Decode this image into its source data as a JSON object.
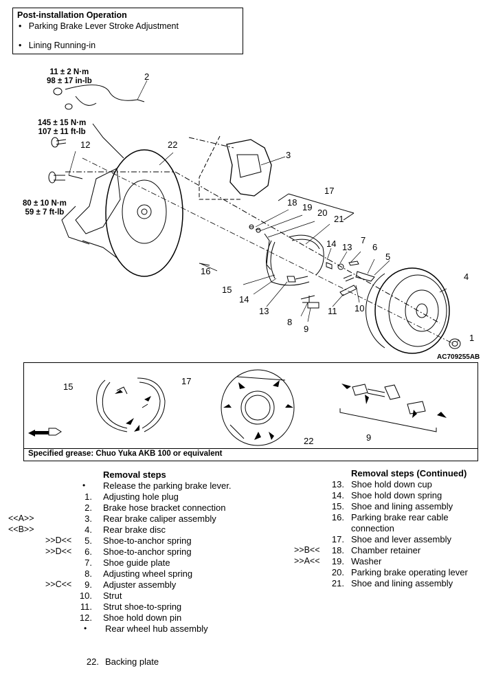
{
  "post_install": {
    "title": "Post-installation Operation",
    "items": [
      "Parking Brake Lever Stroke Adjustment",
      "Lining Running-in"
    ]
  },
  "torques": {
    "t1": [
      "11 ± 2 N·m",
      "98 ± 17 in-lb"
    ],
    "t2": [
      "145 ± 15 N·m",
      "107 ± 11 ft-lb"
    ],
    "t3": [
      "80 ± 10 N·m",
      "59 ± 7 ft-lb"
    ]
  },
  "callouts": {
    "c1": "1",
    "c2": "2",
    "c3": "3",
    "c4": "4",
    "c5": "5",
    "c6": "6",
    "c7": "7",
    "c8": "8",
    "c9": "9",
    "c10": "10",
    "c11": "11",
    "c12": "12",
    "c13": "13",
    "c13b": "13",
    "c14": "14",
    "c14b": "14",
    "c15": "15",
    "c16": "16",
    "c17": "17",
    "c18": "18",
    "c19": "19",
    "c20": "20",
    "c21": "21",
    "c22": "22",
    "d15": "15",
    "d17": "17",
    "d22": "22",
    "d9": "9"
  },
  "figure_code": "AC709255AB",
  "grease_label": "Specified grease: Chuo Yuka AKB 100 or equivalent",
  "removal_left": {
    "heading": "Removal steps",
    "steps": [
      {
        "num": "•",
        "text": "Release the parking brake lever.",
        "mark": ""
      },
      {
        "num": "1.",
        "text": "Adjusting hole plug",
        "mark": ""
      },
      {
        "num": "2.",
        "text": "Brake hose bracket connection",
        "mark": ""
      },
      {
        "num": "3.",
        "text": "Rear brake caliper assembly",
        "mark": "<<A>>"
      },
      {
        "num": "4.",
        "text": "Rear brake disc",
        "mark": "<<B>>"
      },
      {
        "num": "5.",
        "text": "Shoe-to-anchor spring",
        "mark": ">>D<<"
      },
      {
        "num": "6.",
        "text": "Shoe-to-anchor spring",
        "mark": ">>D<<"
      },
      {
        "num": "7.",
        "text": "Shoe guide plate",
        "mark": ""
      },
      {
        "num": "8.",
        "text": "Adjusting wheel spring",
        "mark": ""
      },
      {
        "num": "9.",
        "text": "Adjuster assembly",
        "mark": ">>C<<"
      },
      {
        "num": "10.",
        "text": "Strut",
        "mark": ""
      },
      {
        "num": "11.",
        "text": "Strut shoe-to-spring",
        "mark": ""
      },
      {
        "num": "12.",
        "text": "Shoe hold down pin",
        "mark": ""
      },
      {
        "num": "•",
        "text": "Rear wheel hub assembly",
        "mark": ""
      }
    ],
    "last": {
      "num": "22.",
      "text": "Backing plate"
    }
  },
  "removal_right": {
    "heading": "Removal steps (Continued)",
    "steps": [
      {
        "num": "13.",
        "text": "Shoe hold down cup",
        "mark": ""
      },
      {
        "num": "14.",
        "text": "Shoe hold down spring",
        "mark": ""
      },
      {
        "num": "15.",
        "text": "Shoe and lining assembly",
        "mark": ""
      },
      {
        "num": "16.",
        "text": "Parking brake rear cable",
        "mark": ""
      },
      {
        "num": "",
        "text": "connection",
        "mark": ""
      },
      {
        "num": "17.",
        "text": "Shoe and lever assembly",
        "mark": ""
      },
      {
        "num": "18.",
        "text": "Chamber retainer",
        "mark": ">>B<<"
      },
      {
        "num": "19.",
        "text": "Washer",
        "mark": ">>A<<"
      },
      {
        "num": "20.",
        "text": "Parking brake operating lever",
        "mark": ""
      },
      {
        "num": "21.",
        "text": "Shoe and lining assembly",
        "mark": ""
      }
    ]
  }
}
